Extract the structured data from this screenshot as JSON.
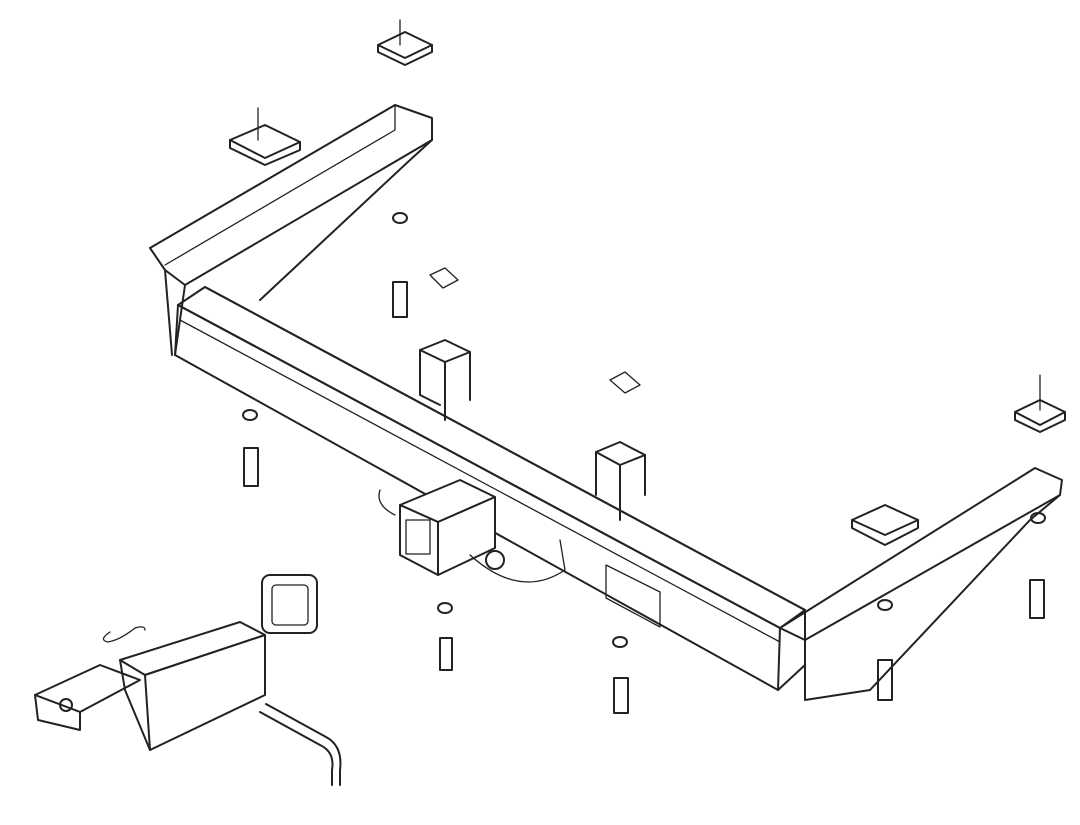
{
  "diagram": {
    "type": "exploded-assembly line drawing",
    "colors": {
      "line": "#222222",
      "background": "#ffffff"
    },
    "parts": [
      "receiver-crossbar",
      "left-side-bracket",
      "right-side-bracket",
      "receiver-tube",
      "ball-mount",
      "hitch-pin",
      "clip",
      "receiver-cover",
      "mounting-bolts",
      "spacer-plates",
      "lock-washers",
      "carriage-bolt-spacers"
    ]
  }
}
